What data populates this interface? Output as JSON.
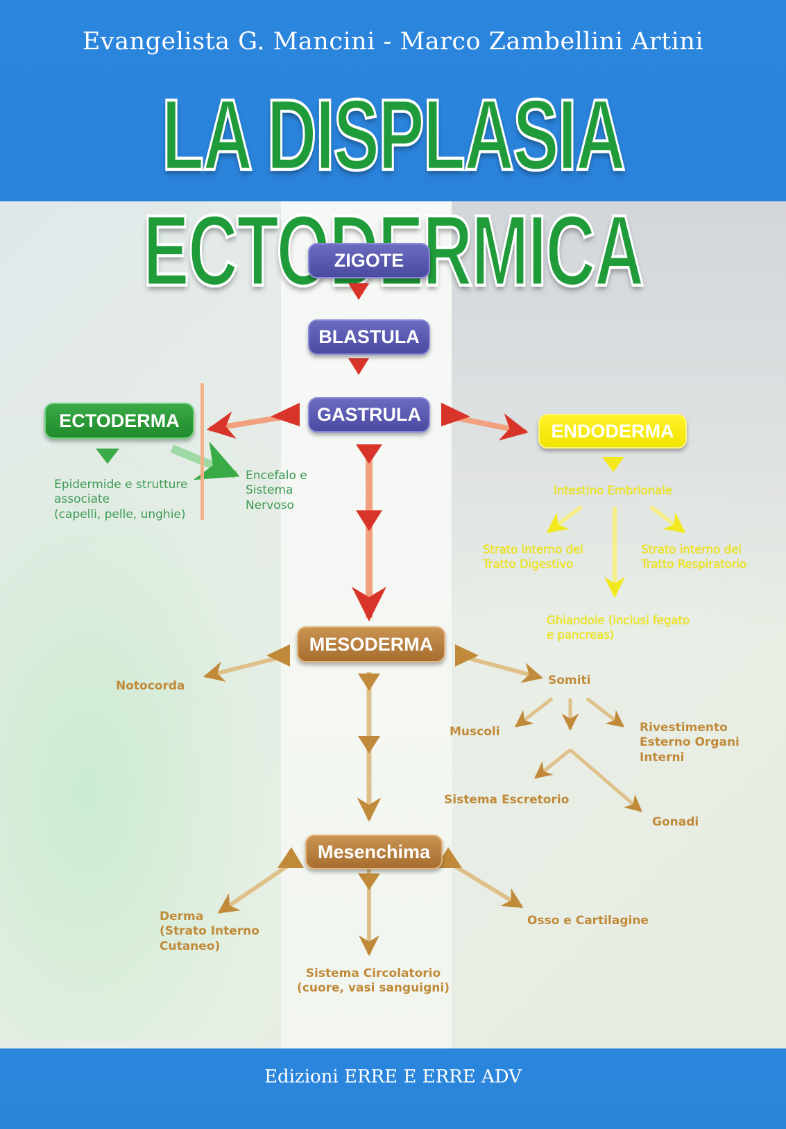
{
  "authors": "Evangelista G. Mancini - Marco Zambellini Artini",
  "title": "LA DISPLASIA ECTODERMICA",
  "publisher": "Edizioni ERRE  E ERRE ADV",
  "diagram": {
    "zigote": "ZIGOTE",
    "blastula": "BLASTULA",
    "gastrula": "GASTRULA",
    "ectoderma": "ECTODERMA",
    "endoderma": "ENDODERMA",
    "mesoderma": "MESODERMA",
    "mesenchima": "Mesenchima",
    "ecto_epidermide": [
      "Epidermide e strutture",
      "associate",
      "(capelli, pelle, unghie)"
    ],
    "ecto_encefalo": [
      "Encefalo e",
      "Sistema",
      "Nervoso"
    ],
    "endo_intestino": "Intestino Embrionale",
    "endo_digestivo": [
      "Strato interno del",
      "Tratto Digestivo"
    ],
    "endo_respiratorio": [
      "Strato interno del",
      "Tratto Respiratorio"
    ],
    "endo_ghiandole": [
      "Ghiandole (inclusi fegato",
      "e pancreas)"
    ],
    "meso_notocorda": "Notocorda",
    "meso_somiti": "Somiti",
    "meso_muscoli": "Muscoli",
    "meso_rivestimento": [
      "Rivestimento",
      "Esterno Organi",
      "Interni"
    ],
    "meso_escretorio": "Sistema Escretorio",
    "meso_gonadi": "Gonadi",
    "mes_derma": [
      "Derma",
      "(Strato Interno",
      "Cutaneo)"
    ],
    "mes_circolatorio": [
      "Sistema Circolatorio",
      "(cuore, vasi sanguigni)"
    ],
    "mes_osso": "Osso e Cartilagine"
  },
  "colors": {
    "blue_band": "#2a84da",
    "title_green": "#1f9b3a",
    "node_purple": "#4a4aa1",
    "node_green": "#1f8a2c",
    "node_yellow": "#f1e400",
    "node_brown": "#a76e2f",
    "arrow_red": "#d8342a",
    "arrow_brown": "#c08a3a",
    "arrow_yellow": "#f2e81e",
    "arrow_green": "#3aaa47"
  }
}
